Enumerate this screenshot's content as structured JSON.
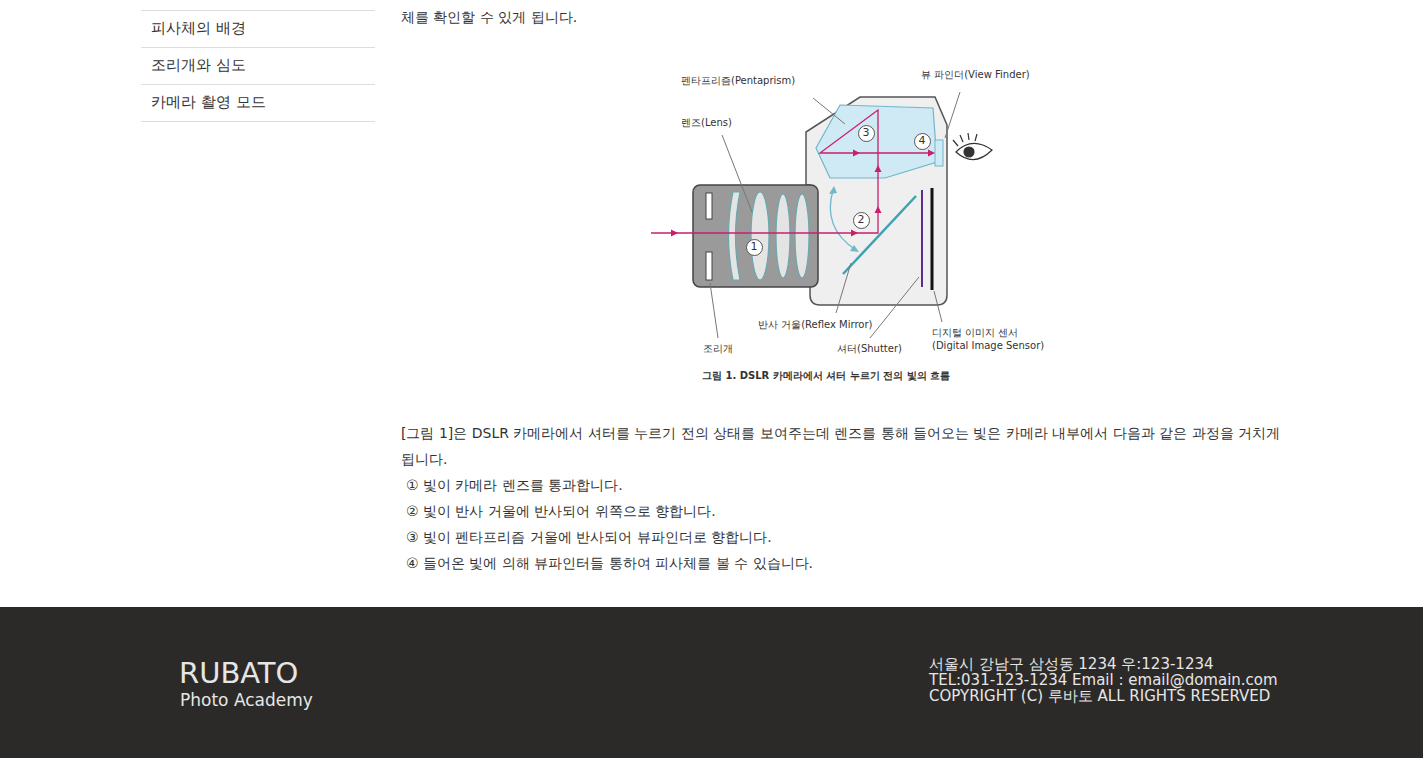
{
  "diagram": {
    "caption": "그림 1. DSLR 카메라에서 셔터 누르기 전의 빛의 흐름",
    "nodes": [
      {
        "text": [
          "1"
        ]
      },
      {
        "text": [
          "2"
        ]
      },
      {
        "text": [
          "3"
        ]
      },
      {
        "text": [
          "4"
        ]
      },
      {
        "text": [
          "RUBATO",
          "Photo Academy",
          "서울시 강남구 삼성동 1234 우:123-1234",
          "TEL:031-123-1234 Email : email@domain.com",
          "COPYRIGHT (C) 루바토 ALL RIGHTS RESERVED"
        ]
      }
    ],
    "labels": [
      "피사체의 배경",
      "조리개와 심도",
      "카메라 촬영 모드",
      "체를 확인할 수 있게 됩니다.",
      "펜타프리즘(Pentaprism)",
      "뷰 파인더(View Finder)",
      "렌즈(Lens)",
      "반사 거울(Reflex Mirror)",
      "조리개",
      "셔터(Shutter)",
      "디지털 이미지 센서 (Digital Image Sensor)",
      "[그림 1]은 DSLR 카메라에서 셔터를 누르기 전의 상태를 보여주는데 렌즈를 통해 들어오는 빛은 카메라 내부에서 다음과 같은 과정을 거치게 됩니다.",
      "① 빛이 카메라 렌즈를 통과합니다.",
      "② 빛이 반사 거울에 반사되어 위쪽으로 향합니다.",
      "③ 빛이 펜타프리즘 거울에 반사되어 뷰파인더로 향합니다.",
      "④ 들어온 빛에 의해 뷰파인터들 통하여 피사체를 볼 수 있습니다."
    ]
  }
}
